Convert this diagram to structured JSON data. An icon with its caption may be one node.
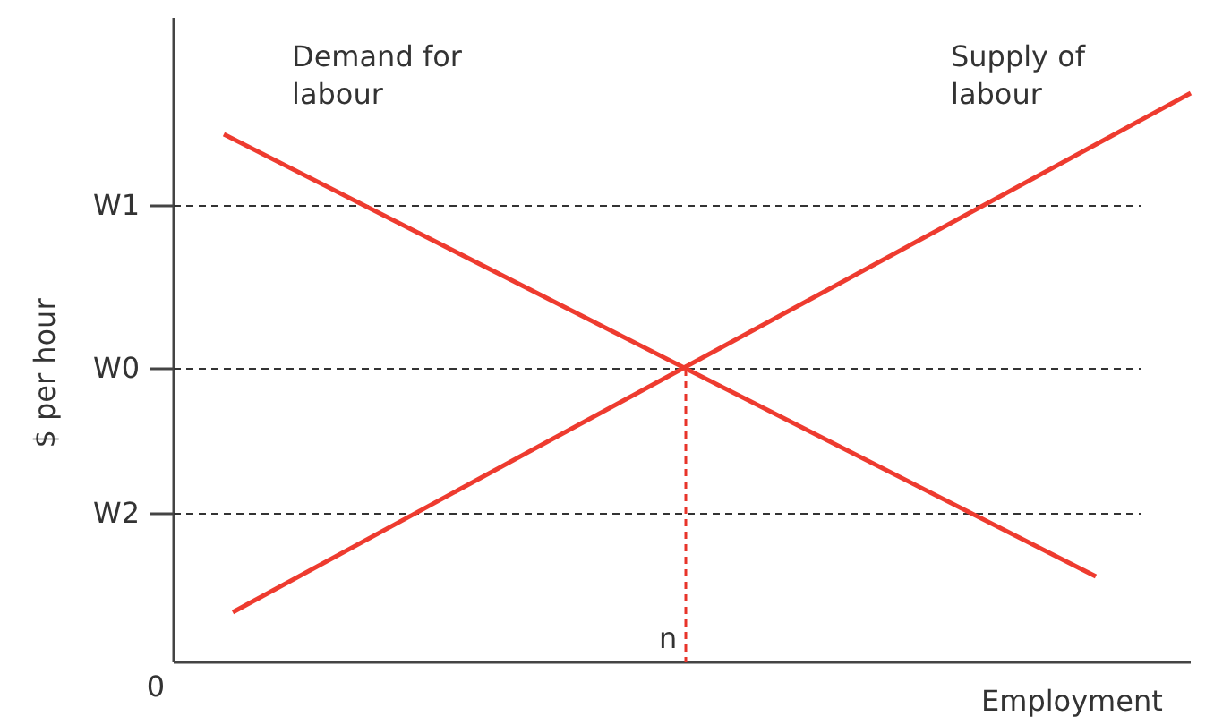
{
  "diagram": {
    "labels": [
      "Demand for labour",
      "Supply of labour",
      "W1",
      "W0",
      "W2",
      "$ per hour",
      "0",
      "n",
      "Employment"
    ]
  }
}
